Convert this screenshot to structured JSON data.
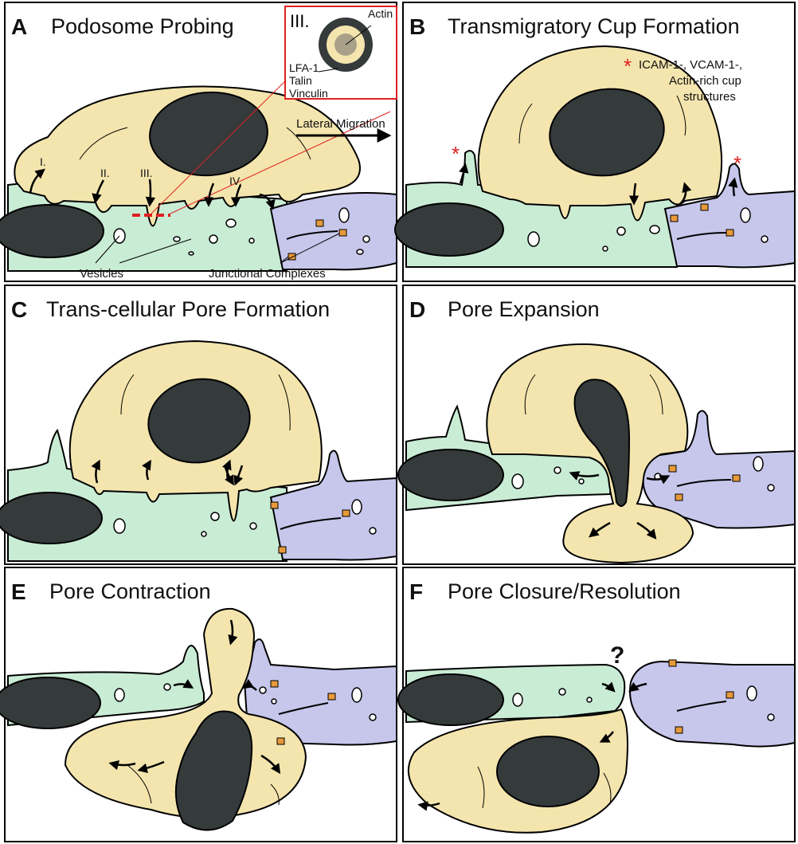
{
  "colors": {
    "leukocyte": "#f4e5ae",
    "endothelial_left": "#c9ecd5",
    "endothelial_right": "#c7c7ec",
    "nucleus": "#353a3b",
    "junction": "#e79a3a",
    "highlight": "#e02020",
    "outline": "#000000"
  },
  "panels": [
    {
      "letter": "A",
      "title": "Podosome Probing",
      "annotations": {
        "inset_label": "III.",
        "actin": "Actin",
        "lfa1": "LFA-1",
        "talin": "Talin",
        "vinculin": "Vinculin",
        "lateral_migration": "Lateral Migration",
        "step1": "I.",
        "step2": "II.",
        "step3": "III.",
        "step4": "IV.",
        "vesicles": "Vesicles",
        "junctional_complexes": "Junctional Complexes"
      }
    },
    {
      "letter": "B",
      "title": "Transmigratory Cup Formation",
      "annotations": {
        "legend_line1": "ICAM-1-, VCAM-1-,",
        "legend_line2": "Actin-rich cup",
        "legend_line3": "structures"
      }
    },
    {
      "letter": "C",
      "title": "Trans-cellular Pore Formation"
    },
    {
      "letter": "D",
      "title": "Pore Expansion"
    },
    {
      "letter": "E",
      "title": "Pore Contraction"
    },
    {
      "letter": "F",
      "title": "Pore Closure/Resolution",
      "annotations": {
        "question": "?"
      }
    }
  ]
}
